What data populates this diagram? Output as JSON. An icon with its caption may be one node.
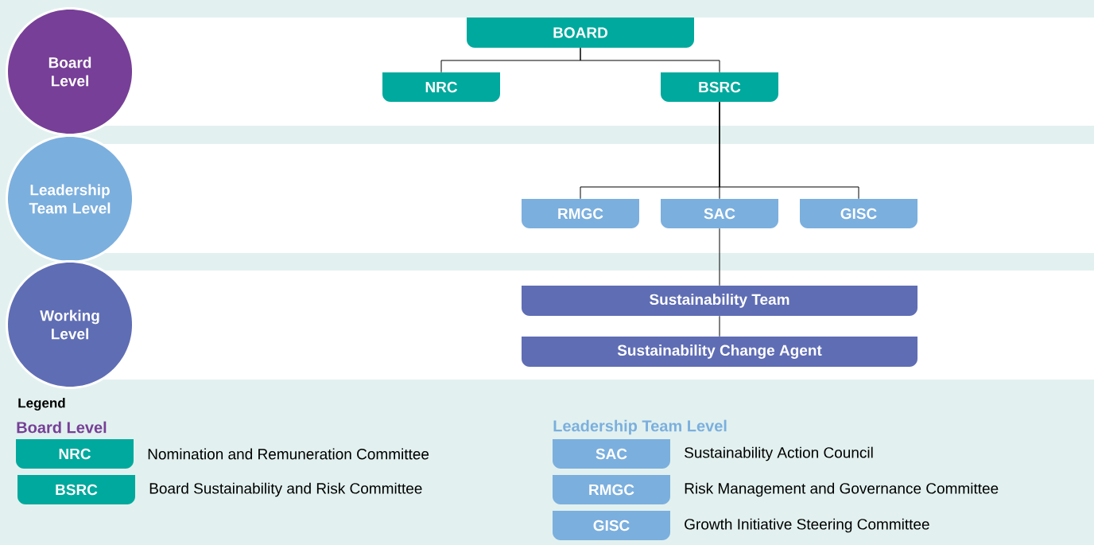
{
  "diagram": {
    "nodes": [
      {
        "text": [
          "Board Level"
        ]
      },
      {
        "text": [
          "Leadership Team Level"
        ]
      },
      {
        "text": [
          "Working Level"
        ]
      },
      {
        "text": [
          "BOARD"
        ]
      },
      {
        "text": [
          "NRC"
        ]
      },
      {
        "text": [
          "BSRC"
        ]
      },
      {
        "text": [
          "RMGC"
        ]
      },
      {
        "text": [
          "SAC"
        ]
      },
      {
        "text": [
          "GISC"
        ]
      },
      {
        "text": [
          "Sustainability Team"
        ]
      },
      {
        "text": [
          "Sustainability Change Agent"
        ]
      },
      {
        "text": [
          "NRC"
        ],
        "beside": [
          "Nomination and Remuneration Committee"
        ]
      },
      {
        "text": [
          "BSRC"
        ],
        "beside": [
          "Board Sustainability and Risk Committee"
        ]
      },
      {
        "text": [
          "SAC"
        ],
        "beside": [
          "Sustainability Action Council"
        ]
      },
      {
        "text": [
          "RMGC"
        ],
        "beside": [
          "Risk Management and Governance Committee"
        ]
      },
      {
        "text": [
          "GISC"
        ],
        "beside": [
          "Growth Initiative Steering Committee"
        ]
      }
    ],
    "edges": [
      {
        "from": 3,
        "to": 4,
        "arrow": "none"
      },
      {
        "from": 3,
        "to": 5,
        "arrow": "none"
      },
      {
        "from": 5,
        "to": 6,
        "arrow": "none"
      },
      {
        "from": 5,
        "to": 7,
        "arrow": "none"
      },
      {
        "from": 5,
        "to": 8,
        "arrow": "none"
      },
      {
        "from": 7,
        "to": 9,
        "arrow": "none"
      },
      {
        "from": 9,
        "to": 10,
        "arrow": "none"
      }
    ],
    "labels": [
      "Legend",
      "Board Level",
      "Leadership Team Level"
    ]
  }
}
